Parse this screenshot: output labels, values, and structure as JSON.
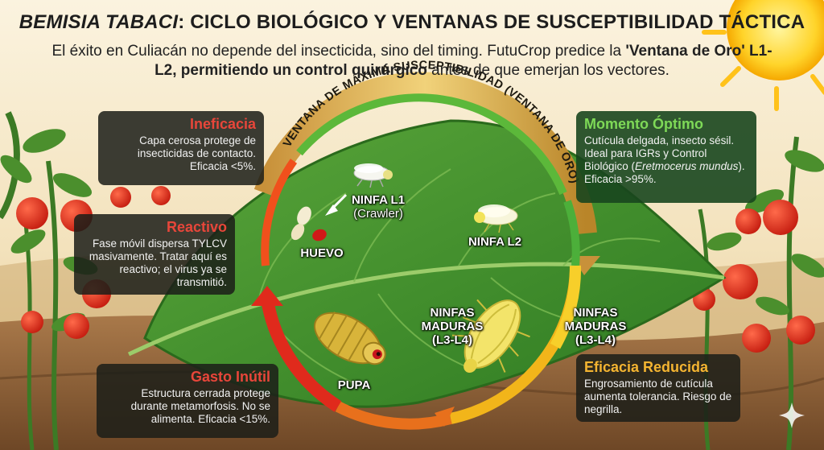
{
  "title": {
    "species": "BEMISIA TABACI",
    "rest": ": CICLO BIOLÓGICO Y VENTANAS DE SUSCEPTIBILIDAD TÁCTICA"
  },
  "subtitle": {
    "part1": "El éxito en Culiacán no depende del insecticida, sino del timing. FutuCrop predice la ",
    "bold1": "'Ventana de Oro' L1-L2, permitiendo un control quirúrgico",
    "part2": " antes de que emerjan los vectores."
  },
  "arc_label": "VENTANA DE MÁXIMA SUSCEPTIBILIDAD (VENTANA DE ORO)",
  "boxes": {
    "ineficacia": {
      "heading": "Ineficacia",
      "text": "Capa cerosa protege de insecticidas de contacto. Eficacia <5%.",
      "heading_color": "#e8463a"
    },
    "reactivo": {
      "heading": "Reactivo",
      "text": "Fase móvil dispersa TYLCV masivamente. Tratar aquí es reactivo; el virus ya se transmitió.",
      "heading_color": "#e8463a"
    },
    "gasto": {
      "heading": "Gasto Inútil",
      "text": "Estructura cerrada protege durante metamorfosis. No se alimenta. Eficacia <15%.",
      "heading_color": "#e8463a"
    },
    "optimo": {
      "heading": "Momento Óptimo",
      "text_pre": "Cutícula delgada, insecto sésil. Ideal para IGRs y Control Biológico (",
      "text_italic": "Eretmocerus mundus",
      "text_post": "). Eficacia >95%.",
      "heading_color": "#7ed957"
    },
    "reducida": {
      "heading": "Eficacia Reducida",
      "text": "Engrosamiento de cutícula aumenta tolerancia. Riesgo de negrilla.",
      "heading_color": "#f4b431"
    }
  },
  "stages": {
    "huevo": "HUEVO",
    "ninfa_l1": "NINFA L1",
    "ninfa_l1_sub": "(Crawler)",
    "ninfa_l2": "NINFA L2",
    "ninfas_maduras_inner": "NINFAS MADURAS (L3-L4)",
    "ninfas_maduras_outer": "NINFAS MADURAS (L3-L4)",
    "pupa": "PUPA"
  },
  "colors": {
    "red": "#e02a1c",
    "orange": "#f08a1c",
    "yellow": "#f2c21a",
    "green": "#4caf3a",
    "gold": "#d8a63a",
    "leaf": "#3f8f2d"
  },
  "icons": [
    "sun-icon",
    "tomato-icon",
    "whitefly-icon",
    "egg-icon",
    "pupa-icon",
    "sparkle-icon"
  ]
}
